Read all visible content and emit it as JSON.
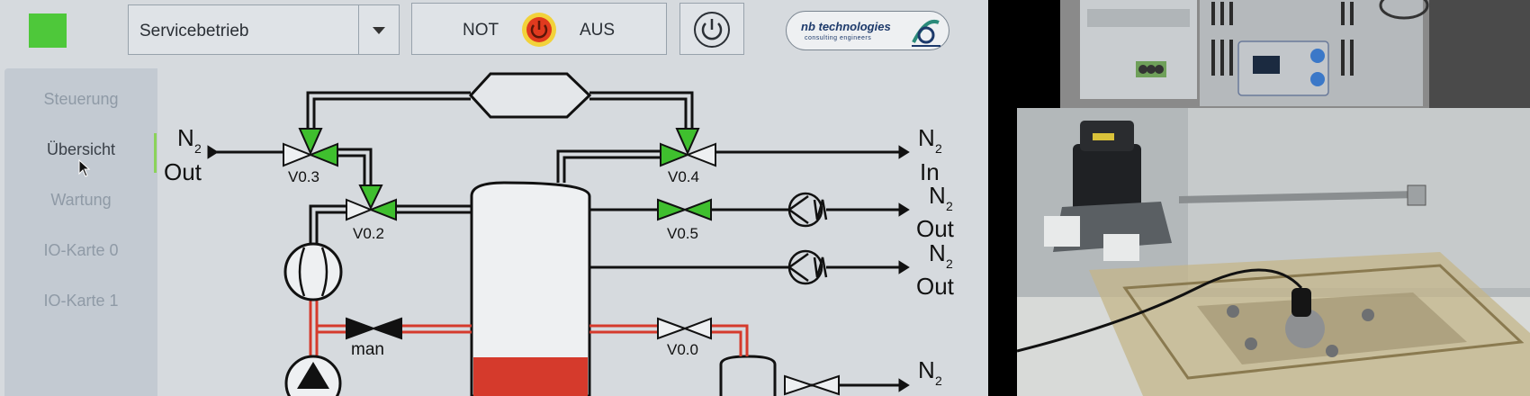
{
  "header": {
    "mode_value": "Servicebetrieb",
    "estop_left": "NOT",
    "estop_right": "AUS",
    "logo_line1": "nb technologies",
    "logo_line2": "consulting engineers"
  },
  "sidebar": {
    "items": [
      {
        "label": "Steuerung"
      },
      {
        "label": "Übersicht"
      },
      {
        "label": "Wartung"
      },
      {
        "label": "IO-Karte 0"
      },
      {
        "label": "IO-Karte 1"
      }
    ],
    "active_index": 1
  },
  "diagram": {
    "valves": {
      "v03": "V0.3",
      "v02": "V0.2",
      "v04": "V0.4",
      "v05": "V0.5",
      "v00": "V0.0",
      "man": "man"
    },
    "ports": {
      "n2_out_left": {
        "main": "N",
        "sub": "2",
        "dir": "Out"
      },
      "n2_in": {
        "main": "N",
        "sub": "2",
        "dir": "In"
      },
      "n2_out_1": {
        "main": "N",
        "sub": "2",
        "dir": "Out"
      },
      "n2_out_2": {
        "main": "N",
        "sub": "2",
        "dir": "Out"
      },
      "n2_bottom": {
        "main": "N",
        "sub": "2",
        "dir": ""
      }
    }
  },
  "colors": {
    "status_led": "#4ec83a",
    "valve_open": "#3fbf2e",
    "liquid": "#d53a2c",
    "estop": "#e03a1e"
  }
}
